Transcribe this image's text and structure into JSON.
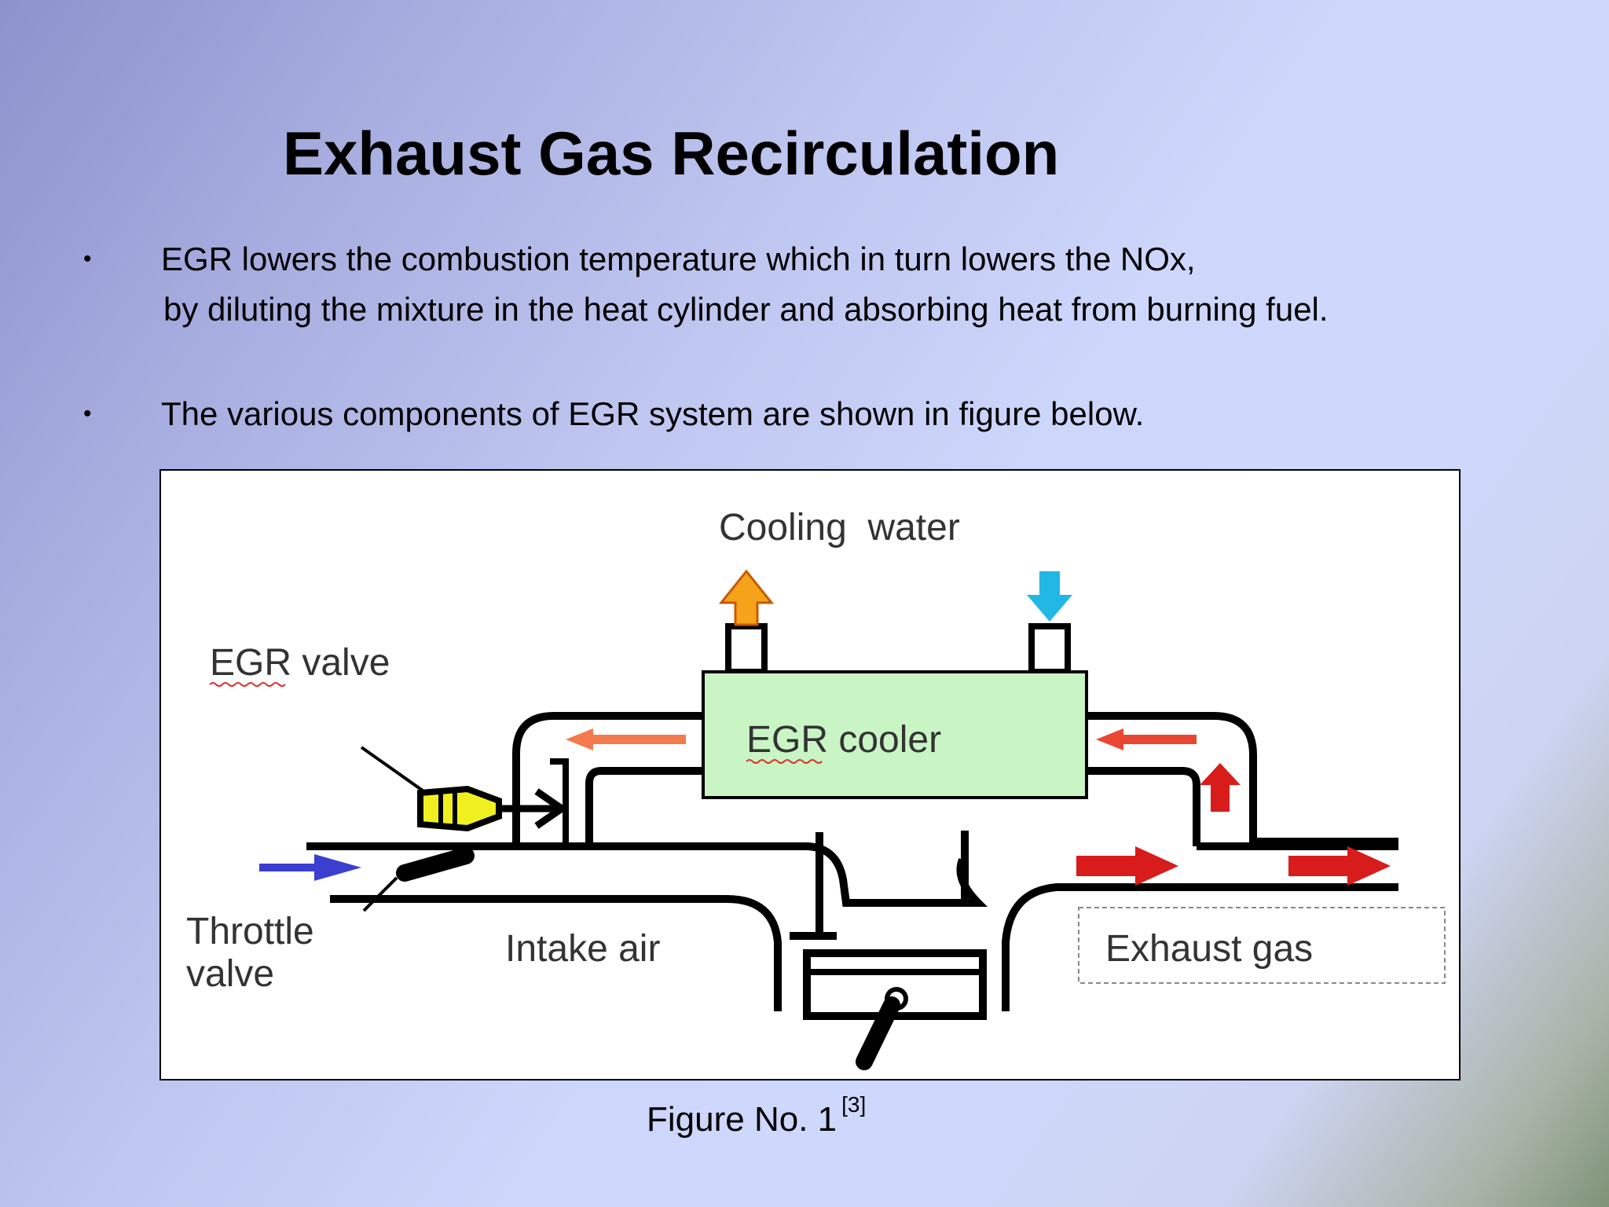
{
  "slide": {
    "title": "Exhaust Gas Recirculation",
    "bullets": [
      {
        "line1": "EGR lowers the combustion temperature which in turn lowers the NOx,",
        "line2": "by diluting the mixture in the heat cylinder and absorbing heat from burning fuel."
      },
      {
        "line1": "The various components of EGR system are shown in figure below."
      }
    ],
    "bullet_symbol": "•"
  },
  "diagram": {
    "labels": {
      "cooling_water": "Cooling  water",
      "egr_valve": "EGR valve",
      "egr_cooler": "EGR cooler",
      "throttle_valve_line1": "Throttle",
      "throttle_valve_line2": "valve",
      "intake_air": "Intake air",
      "exhaust_gas": "Exhaust gas"
    },
    "colors": {
      "cooler_fill": "#c9f5c4",
      "hot_water_arrow": "#f5a31a",
      "cold_water_arrow": "#22b8e6",
      "intake_arrow": "#3b3fcf",
      "recirc_arrow": "#f26b3a",
      "exhaust_arrow": "#d81c1c",
      "valve_yellow": "#f0f020"
    }
  },
  "caption": {
    "text": "Figure No. 1",
    "reference": "[3]"
  }
}
